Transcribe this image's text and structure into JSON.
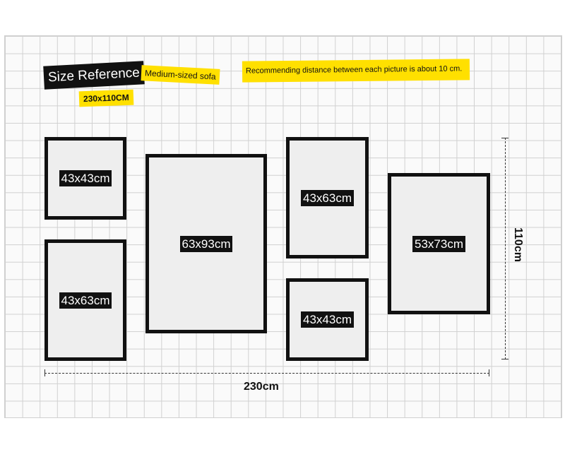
{
  "header": {
    "size_reference": "Size Reference",
    "sofa_label": "Medium-sized sofa",
    "sofa_dimensions": "230x110CM",
    "distance_note": "Recommending distance between each picture is about 10 cm."
  },
  "frames": [
    {
      "id": "top-left",
      "label": "43x43cm"
    },
    {
      "id": "bottom-left",
      "label": "43x63cm"
    },
    {
      "id": "center-large",
      "label": "63x93cm"
    },
    {
      "id": "middle-top",
      "label": "43x63cm"
    },
    {
      "id": "middle-bottom",
      "label": "43x43cm"
    },
    {
      "id": "right",
      "label": "53x73cm"
    }
  ],
  "dimensions": {
    "total_width": "230cm",
    "total_height": "110cm"
  },
  "colors": {
    "accent_yellow": "#ffe000",
    "frame_black": "#111111",
    "frame_fill": "#eeeeee",
    "grid_line": "#d0d0d0"
  }
}
